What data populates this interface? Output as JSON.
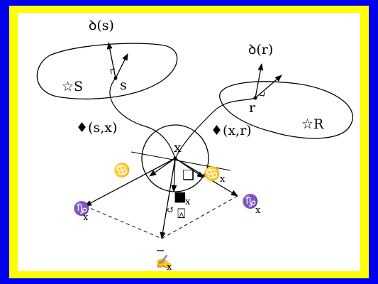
{
  "colors": {
    "background": "#0000ee",
    "border": "#ffff00",
    "panel": "#ffffff",
    "ink": "#000000"
  },
  "labels": {
    "sender_region": "☆S",
    "receiver_region": "☆R",
    "sender_point": "s",
    "receiver_point": "r",
    "center_point": "x",
    "sender_normal": "ꝺ(s)",
    "receiver_normal": "ꝺ(r)",
    "path_sx": "♦(s,x)",
    "path_xr": "♦(x,r)",
    "incoming_dir": "♋",
    "outgoing_dir": "♋",
    "outgoing_sub": "x",
    "tangent_left": "♑",
    "tangent_left_sub": "x",
    "tangent_right": "♑",
    "tangent_right_sub": "x",
    "normal_bottom": "✍",
    "normal_bottom_sub": "x",
    "hemisphere_top": "❑",
    "hemisphere_mid": "■",
    "hemisphere_mid_sub": "x",
    "hemisphere_bottom": "⍓",
    "rotation_mark": "↺"
  }
}
